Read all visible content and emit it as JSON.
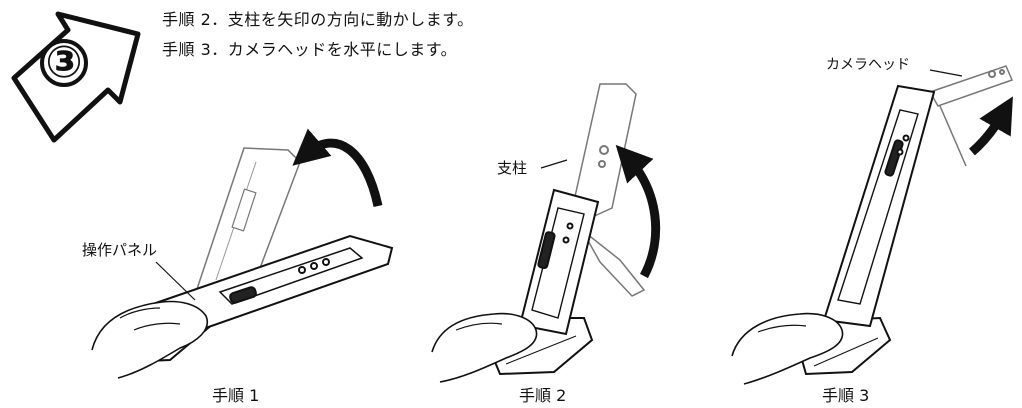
{
  "badge": {
    "number": "③"
  },
  "instructions": [
    "手順 2．支柱を矢印の方向に動かします。",
    "手順 3．カメラヘッドを水平にします。"
  ],
  "labels": {
    "control_panel": "操作パネル",
    "pole": "支柱",
    "camera_head": "カメラヘッド"
  },
  "captions": [
    "手順 1",
    "手順 2",
    "手順 3"
  ]
}
